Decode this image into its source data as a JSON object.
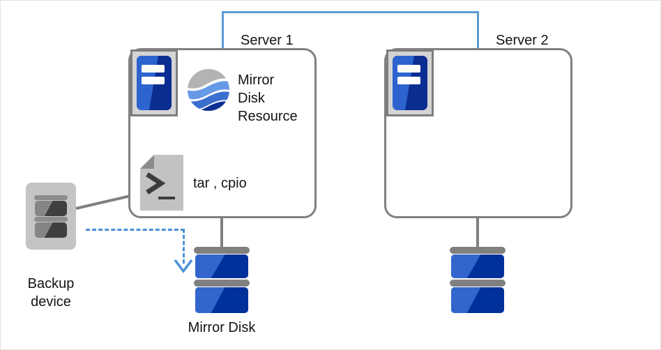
{
  "diagram": {
    "title_server1": "Server 1",
    "title_server2": "Server 2",
    "backup_device_line1": "Backup",
    "backup_device_line2": "device",
    "mirror_disk_label": "Mirror Disk",
    "resource_line1": "Mirror",
    "resource_line2": "Disk",
    "resource_line3": "Resource",
    "command_label": "tar , cpio",
    "colors": {
      "accent_blue": "#5b9bd5",
      "dashed_arrow_blue": "#4a90d9",
      "connector_gray": "#808080",
      "box_border_gray": "#808080",
      "disk_light_blue": "#3266cc",
      "disk_dark_blue": "#00309a",
      "device_gray": "#c4c4c4",
      "text_black": "#141414"
    },
    "icons": {
      "server1": "server-icon",
      "server2": "server-icon",
      "resource": "globe-icon",
      "command": "script-terminal-icon",
      "backup": "backup-device-icon",
      "disk1": "disk-stack-icon",
      "disk2": "disk-stack-icon"
    }
  }
}
